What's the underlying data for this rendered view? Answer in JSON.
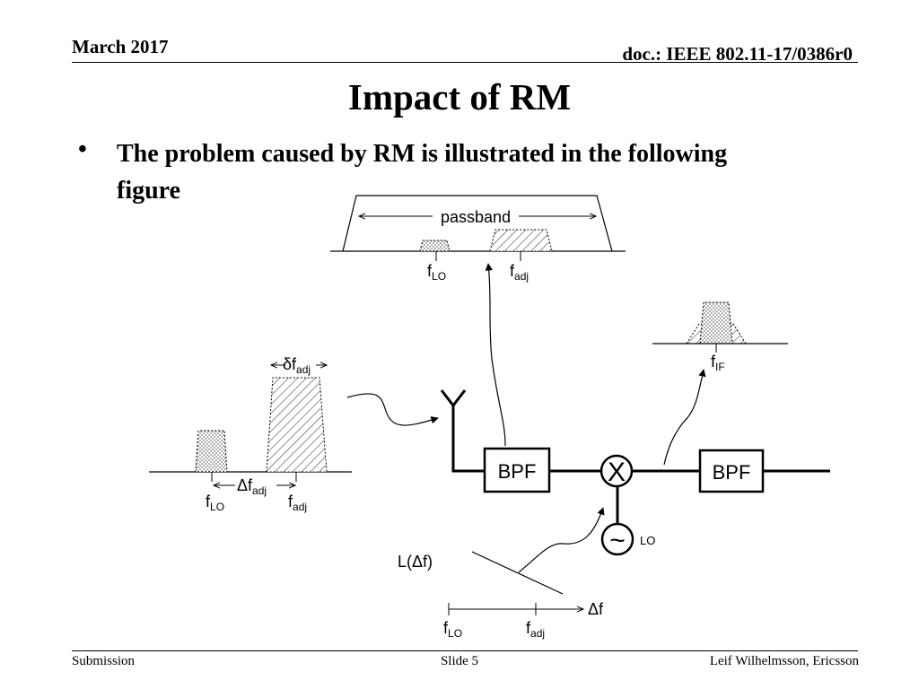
{
  "header": {
    "date": "March 2017",
    "doc_id": "doc.: IEEE 802.11-17/0386r0"
  },
  "title": "Impact of RM",
  "bullet": {
    "marker": "•",
    "text": "The problem caused by RM is illustrated in the following figure"
  },
  "diagram": {
    "passband_label": "passband",
    "f_letter": "f",
    "delta": "Δ",
    "small_delta": "δ",
    "lo_sub": "LO",
    "adj_sub": "adj",
    "if_sub": "IF",
    "bpf_label": "BPF",
    "mixer_symbol": "X",
    "oscillator_symbol": "~",
    "lo_label": "LO",
    "phase_noise_label": "L(Δf)"
  },
  "footer": {
    "left": "Submission",
    "center": "Slide 5",
    "right": "Leif Wilhelmsson, Ericsson"
  }
}
